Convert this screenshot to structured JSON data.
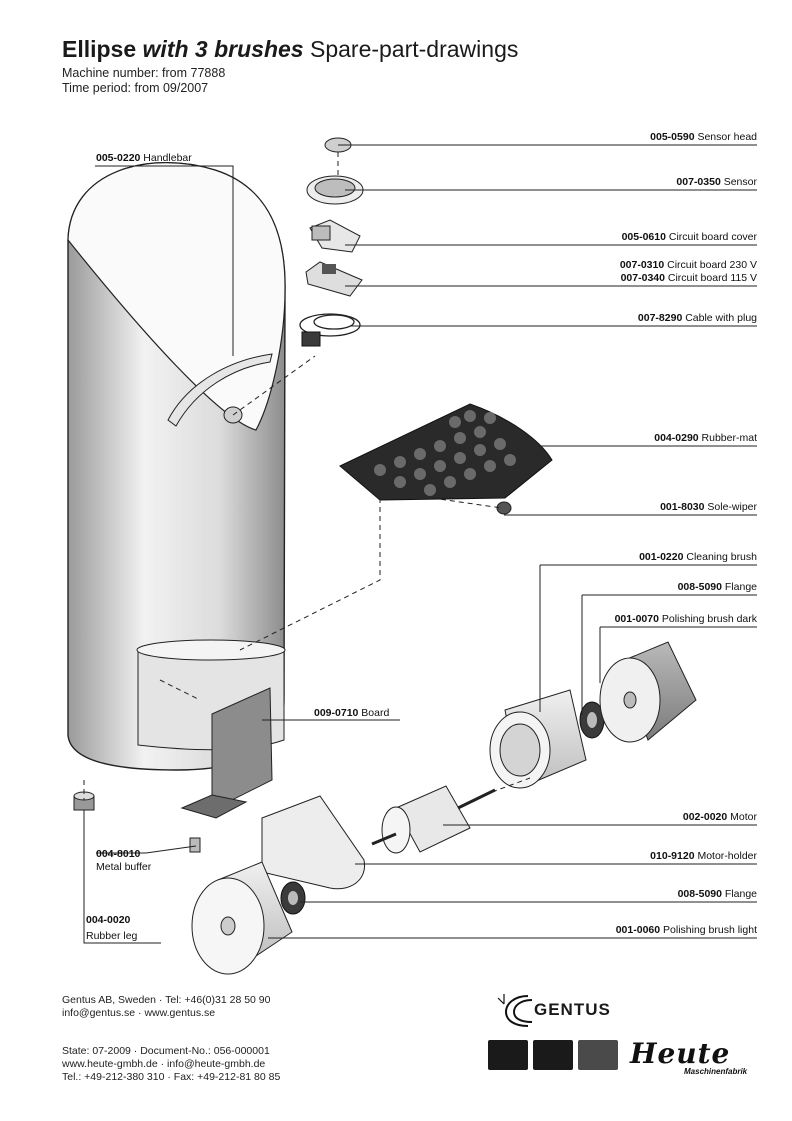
{
  "header": {
    "title_brand": "Ellipse",
    "title_italic": "with 3 brushes",
    "title_rest": "Spare-part-drawings",
    "machine_number": "Machine number: from 77888",
    "time_period": "Time period: from 09/2007"
  },
  "parts": [
    {
      "code": "005-0590",
      "name": "Sensor head"
    },
    {
      "code": "007-0350",
      "name": "Sensor"
    },
    {
      "code": "005-0610",
      "name": "Circuit board cover"
    },
    {
      "code": "007-0310",
      "name": "Circuit board 230 V"
    },
    {
      "code": "007-0340",
      "name": "Circuit board 115 V"
    },
    {
      "code": "007-8290",
      "name": "Cable with plug"
    },
    {
      "code": "004-0290",
      "name": "Rubber-mat"
    },
    {
      "code": "001-8030",
      "name": "Sole-wiper"
    },
    {
      "code": "001-0220",
      "name": "Cleaning brush"
    },
    {
      "code": "008-5090",
      "name": "Flange"
    },
    {
      "code": "001-0070",
      "name": "Polishing brush dark"
    },
    {
      "code": "002-0020",
      "name": "Motor"
    },
    {
      "code": "010-9120",
      "name": "Motor-holder"
    },
    {
      "code": "008-5090",
      "name": "Flange"
    },
    {
      "code": "001-0060",
      "name": "Polishing brush light"
    },
    {
      "code": "005-0220",
      "name": "Handlebar"
    },
    {
      "code": "009-0710",
      "name": "Board"
    },
    {
      "code": "004-8010",
      "name": "Metal buffer"
    },
    {
      "code": "004-0020",
      "name": "Rubber leg"
    }
  ],
  "footer": {
    "company_line": "Gentus AB, Sweden  ·  Tel: +46(0)31 28 50 90",
    "company_web": "info@gentus.se  ·  www.gentus.se",
    "state_line": "State: 07-2009  ·  Document-No.: 056-000001",
    "heute_web": "www.heute-gmbh.de  ·  info@heute-gmbh.de",
    "heute_tel": "Tel.: +49-212-380 310  ·  Fax: +49-212-81 80 85"
  },
  "logos": {
    "gentus": "GENTUS",
    "heute": "Heute",
    "heute_sub": "Maschinenfabrik"
  }
}
